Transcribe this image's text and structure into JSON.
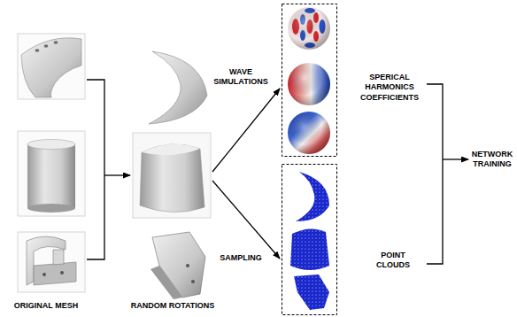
{
  "diagram": {
    "labels": [
      "ORIGINAL MESH",
      "RANDOM ROTATIONS",
      "WAVE SIMULATIONS",
      "SAMPLING",
      "SPERICAL HARMONICS COEFFICIENTS",
      "POINT CLOUDS",
      "NETWORK TRAINING"
    ]
  }
}
